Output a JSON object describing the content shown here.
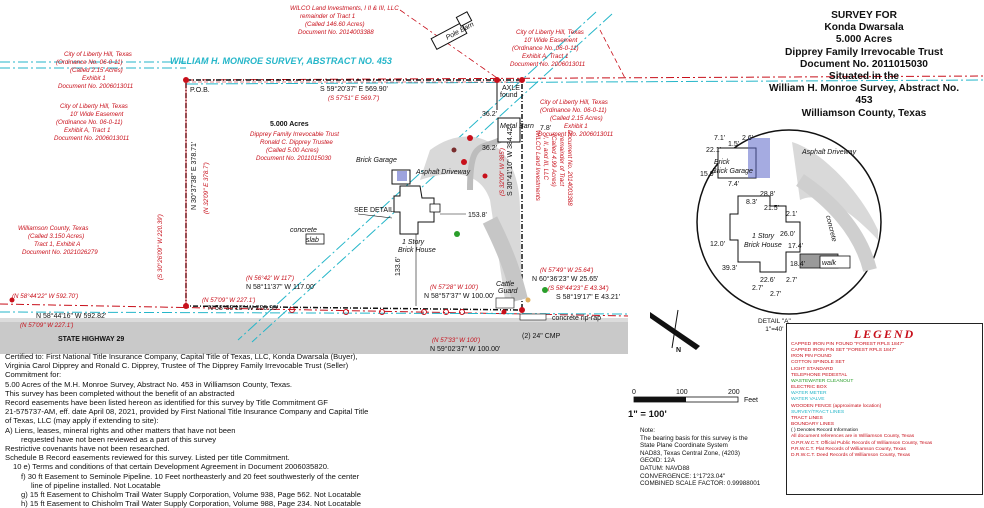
{
  "title_block": {
    "line1": "SURVEY FOR",
    "line2": "Konda Dwarsala",
    "line3": "5.000 Acres",
    "line4": "Dipprey Family Irrevocable Trust",
    "line5": "Document No. 2011015030",
    "line6": "Situated in the",
    "line7": "William H. Monroe Survey, Abstract No. 453",
    "line8": "Williamson County, Texas"
  },
  "survey_band": "WILLIAM H. MONROE SURVEY, ABSTRACT NO. 453",
  "highway": "STATE HIGHWAY 29",
  "tract": {
    "acres": "5.000 Acres",
    "l1": "Dipprey Family Irrevocable Trust",
    "l2": "Ronald C. Dipprey Trustee",
    "l3": "(Called 5.00 Acres)",
    "l4": "Document No. 2011015030"
  },
  "labels": {
    "pob": "P.O.B.",
    "axle": "AXLE",
    "found": "found",
    "pole_barn": "Pole Barn",
    "metal_barn": "Metal Barn",
    "brick_garage": "Brick Garage",
    "asphalt": "Asphalt Driveway",
    "see_detail": "SEE DETAIL",
    "house1": "1 Story",
    "house2": "Brick House",
    "slab1": "concrete",
    "slab2": "slab",
    "cattle1": "Cattle",
    "cattle2": "Guard",
    "cmp": "(2) 24\" CMP",
    "riprap": "concrete rip-rap"
  },
  "bearings": {
    "north_top": "S 59°20'37\" E  569.90'",
    "north_rec": "(S 57'51\" E  569.7')",
    "west": "N 30°37'38\" E  378.71'",
    "west_rec": "(N 32'09\" E  378.7')",
    "west2": "(S 30°26'09\" W  220.39')",
    "east": "S 30°41'10\" W  384.42'",
    "east_rec": "(S 32'09\" W  385')",
    "s1": "(N 56°42' W  117')",
    "s2": "N 58°11'37\" W  117.00'",
    "s3": "(N 57'09\" W  227.1')",
    "s4": "N 58°39'10\" W  226.95'",
    "s5": "(N 57'28\" W  100')",
    "s6": "N 58°57'37\" W  100.00'",
    "s7": "(N 58°44'22\" W  592.70')",
    "s8": "N 58°44'16\" W  592.82'",
    "s9": "(N 57'09\" W  227.1')",
    "s10": "(N 57'33\" W  100')",
    "s11": "N 59°02'37\" W  100.00'",
    "s12": "(N 57'49\" W  25.64')",
    "s13": "N 60°36'23\" W  25.65'",
    "s14": "(S 58°44'23\" E  43.34')",
    "s15": "S 58°19'17\" E  43.21'",
    "d1": "153.8'",
    "d2": "133.6'",
    "d3": "7.8'",
    "d4": "36.2'",
    "d5": "36.2'"
  },
  "adjoiners": {
    "wilco_top": [
      "WILCO Land Investments, I II & III, LLC",
      "remainder of Tract 1",
      "(Called 146.60 Acres)",
      "Document No. 2014003388"
    ],
    "liberty_easement_top": [
      "City of Liberty Hill, Texas",
      "10' Wide Easement",
      "(Ordinance No. 06-0-11)",
      "Exhibit A, Tract 1",
      "Document No. 2006013011"
    ],
    "liberty_left_top": [
      "City of Liberty Hill, Texas",
      "(Ordinance No. 06-0-11)",
      "(Called 2.15 Acres)",
      "Exhibit 1",
      "Document No. 2006013011"
    ],
    "liberty_left_easement": [
      "City of Liberty Hill, Texas",
      "10' Wide Easement",
      "(Ordinance No. 06-0-11)",
      "Exhibit A, Tract 1",
      "Document No. 2006013011"
    ],
    "liberty_right": [
      "City of Liberty Hill, Texas",
      "(Ordinance No. 06-0-11)",
      "(Called 2.15 Acres)",
      "Exhibit 1",
      "Document No. 2006013011"
    ],
    "williamson": [
      "Williamson County, Texas",
      "(Called 3.150 Acres)",
      "Tract 1, Exhibit A",
      "Document No. 2021026279"
    ],
    "wilco_right": [
      "WILCO Land Investments",
      "I, II, and III, LLC",
      "(Called 4.99 Acres)",
      "remainder of Tract",
      "Document No. 2014003388"
    ]
  },
  "detail": {
    "brick_garage": "Brick Garage",
    "asphalt": "Asphalt Driveway",
    "house1": "1 Story",
    "house2": "Brick House",
    "concrete": "concrete",
    "walk": "walk",
    "label1": "DETAIL \"A\"",
    "label2": "1\"=40'",
    "dims": [
      "7.1'",
      "2.6'",
      "22.1'",
      "1.5'",
      "7.4'",
      "15.9'",
      "28.8'",
      "21.5'",
      "2.1'",
      "8.3'",
      "12.0'",
      "26.0'",
      "17.4'",
      "39.3'",
      "18.4'",
      "2.7'",
      "22.6'",
      "2.7'",
      "2.7'"
    ]
  },
  "certification": [
    "Certified to: First National Title Insurance Company, Capital Title of Texas, LLC, Konda Dwarsala (Buyer),",
    "Virginia Carol Dipprey and Ronald C. Dipprey, Trustee of The Dipprey Family Irrevocable Trust (Seller)",
    "Commitment for:",
    "5.00 Acres of the M.H. Monroe Survey, Abstract No. 453 in Williamson County, Texas.",
    "This survey has been completed without the benefit of an abstracted",
    "Record easements have been listed hereon as identified for this survey by Title Commitment GF",
    "21-575737-AM, eff. date April 08, 2021, provided by First National Title Insurance Company and Capital Title",
    "of Texas, LLC (may apply if extending to site):",
    "A)   Liens, leases, mineral rights and other matters that have not been",
    "requested have not been reviewed as a part of this survey",
    "Restrictive covenants have not been researched.",
    "Schedule B Record easements reviewed for this survey. Listed per title Commitment.",
    "10 e) Terms and conditions of that certain Development Agreement in Document 2006035820.",
    "f) 30 ft Easement to Seminole Pipeline. 10 Feet northeasterly and 20 feet southwesterly of the center",
    "line of pipeline installed. Not Locatable",
    "g) 15 ft Easement to Chisholm Trail Water Supply Corporation, Volume 938, Page 562. Not Locatable",
    "h) 15 ft Easement to Chisholm Trail Water Supply Corporation, Volume 988, Page 234. Not Locatable"
  ],
  "scale": {
    "t0": "0",
    "t1": "100",
    "t2": "200",
    "unit": "Feet",
    "ratio": "1\" = 100'"
  },
  "notes": [
    "Note:",
    "The bearing basis for this survey is the",
    "State Plane Coordinate System",
    "NAD83, Texas Central Zone, (4203)",
    "GEOID: 12A",
    "DATUM: NAVD88",
    "CONVERGENCE: 1°17'23.04\"",
    "COMBINED SCALE FACTOR: 0.99988001"
  ],
  "legend": {
    "title": "LEGEND",
    "items": [
      "CAPPED IRON PIN FOUND \"FOREST RPLS 1847\"",
      "CAPPED IRON PIN SET \"FOREST RPLS 1847\"",
      "IRON PIN FOUND",
      "COTTON SPINDLE SET",
      "LIGHT STANDARD",
      "TELEPHONE PEDESTAL",
      "WASTEWATER CLEANOUT",
      "ELECTRIC BOX",
      "WATER METER",
      "WATER VALVE",
      "WOODEN FENCE (approximate location)",
      "SURVEY/TRACT LINES",
      "TRACT LINES",
      "BOUNDARY LINES",
      "(   )  Denotes Record Information",
      "All document references are in Williamson County, Texas",
      "O.P.R.W.C.T.   Official Public Records of Williamson County, Texas",
      "P.R.W.C.T.   Plat Records of Williamson County, Texas",
      "D.R.W.C.T.   Deed Records of Williamson County, Texas"
    ],
    "colors": [
      "#c8101b",
      "#c8101b",
      "#c8101b",
      "#c8101b",
      "#c8101b",
      "#c8101b",
      "#2a9e2a",
      "#c8101b",
      "#25b6c9",
      "#25b6c9",
      "#c8101b",
      "#25b6c9",
      "#c8101b",
      "#c8101b",
      "#111",
      "#c8101b",
      "#c8101b",
      "#c8101b",
      "#c8101b"
    ]
  },
  "colors": {
    "red": "#c8101b",
    "cyan": "#25b6c9",
    "road": "#c9c9c9"
  }
}
